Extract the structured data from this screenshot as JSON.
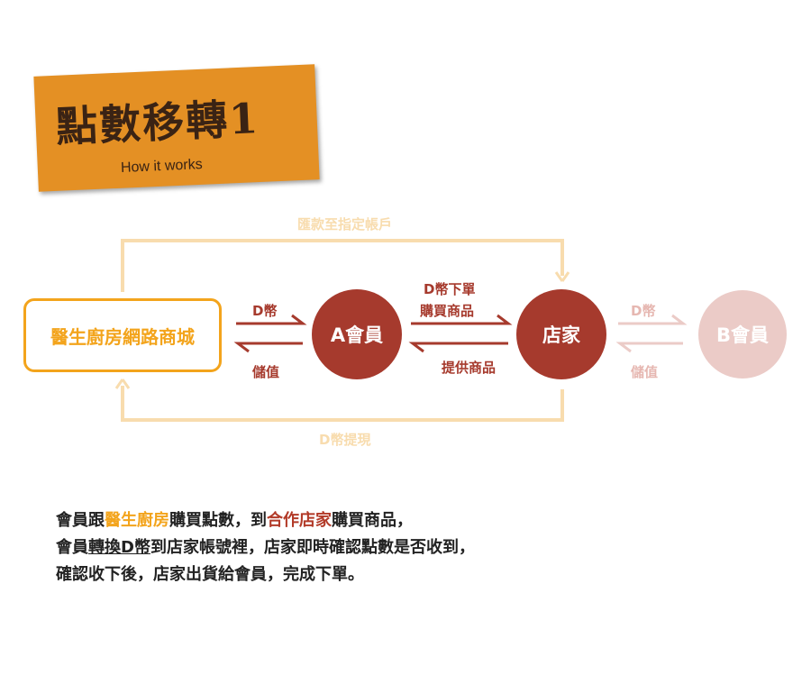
{
  "header": {
    "title": "點數移轉1",
    "subtitle": "How it works"
  },
  "nodes": {
    "site": "醫生廚房網路商城",
    "member_a": "A會員",
    "store": "店家",
    "member_b": "B會員"
  },
  "labels": {
    "top_loop": "匯款至指定帳戶",
    "bottom_loop": "D幣提現",
    "site_to_a": "D幣",
    "a_to_site": "儲值",
    "a_to_store_1": "D幣下單",
    "a_to_store_2": "購買商品",
    "store_to_a": "提供商品",
    "store_to_b": "D幣",
    "b_to_store": "儲值"
  },
  "description": {
    "l1_a": "會員跟",
    "l1_b": "醫生廚房",
    "l1_c": "購買點數，到",
    "l1_d": "合作店家",
    "l1_e": "購買商品，",
    "l2_a": "會員",
    "l2_b": "轉換D幣",
    "l2_c": "到店家帳號裡，店家即時確認點數是否收到，",
    "l3": "確認收下後，店家出貨給會員，完成下單。"
  },
  "colors": {
    "title_bg": "#e49024",
    "accent_orange": "#f3a41c",
    "brick_red": "#a63a2d",
    "pale_orange": "#f8dcae",
    "faded_pink": "#ebcbc7"
  }
}
